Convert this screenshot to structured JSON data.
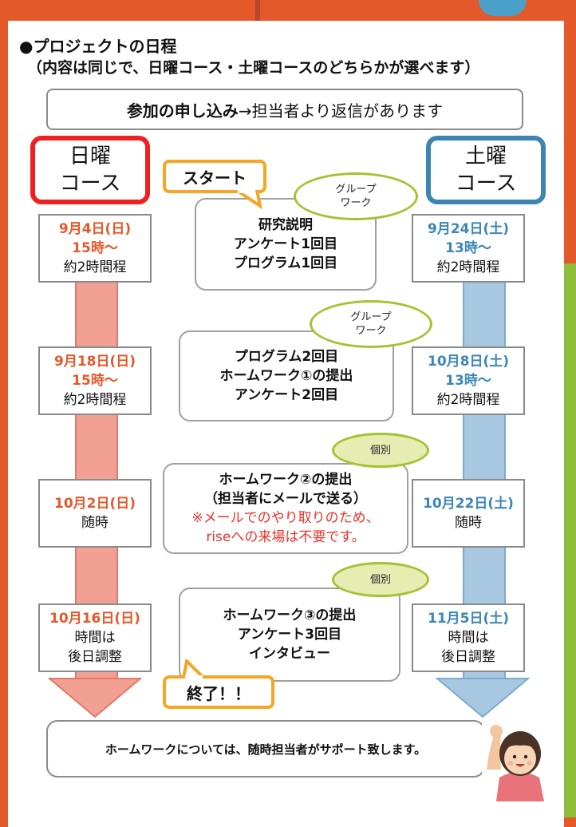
{
  "title": {
    "line1": "●プロジェクトの日程",
    "line2": "（内容は同じで、日曜コース・土曜コースのどちらかが選べます）"
  },
  "apply": {
    "bold": "参加の申し込み",
    "rest": "→担当者より返信があります"
  },
  "sunday_course": {
    "line1": "日曜",
    "line2": "コース"
  },
  "saturday_course": {
    "line1": "土曜",
    "line2": "コース"
  },
  "sunday_dates": [
    {
      "date": "9月4日(日)",
      "time": "15時～",
      "note": "約2時間程"
    },
    {
      "date": "9月18日(日)",
      "time": "15時～",
      "note": "約2時間程"
    },
    {
      "date": "10月2日(日)",
      "note": "随時"
    },
    {
      "date": "10月16日(日)",
      "note": "時間は",
      "note2": "後日調整"
    }
  ],
  "saturday_dates": [
    {
      "date": "9月24日(土)",
      "time": "13時～",
      "note": "約2時間程"
    },
    {
      "date": "10月8日(土)",
      "time": "13時～",
      "note": "約2時間程"
    },
    {
      "date": "10月22日(土)",
      "note": "随時"
    },
    {
      "date": "11月5日(土)",
      "note": "時間は",
      "note2": "後日調整"
    }
  ],
  "steps": [
    {
      "lines": [
        "研究説明",
        "アンケート1回目",
        "プログラム1回目"
      ],
      "tag": [
        "グループ",
        "ワーク"
      ]
    },
    {
      "lines": [
        "プログラム2回目",
        "ホームワーク①の提出",
        "アンケート2回目"
      ],
      "tag": [
        "グループ",
        "ワーク"
      ]
    },
    {
      "lines": [
        "ホームワーク②の提出",
        "（担当者にメールで送る）"
      ],
      "red": [
        "※メールでのやり取りのため、",
        "riseへの来場は不要です。"
      ],
      "tag": [
        "個別"
      ]
    },
    {
      "lines": [
        "ホームワーク③の提出",
        "アンケート3回目",
        "インタビュー"
      ],
      "tag": [
        "個別"
      ]
    }
  ],
  "start_label": "スタート",
  "end_label": "終了！！",
  "footer": "ホームワークについては、随時担当者がサポート致します。",
  "colors": {
    "sunday": "#e4592a",
    "saturday": "#3a87b8",
    "tag_border": "#a6c232",
    "bubble": "#f5a623"
  }
}
